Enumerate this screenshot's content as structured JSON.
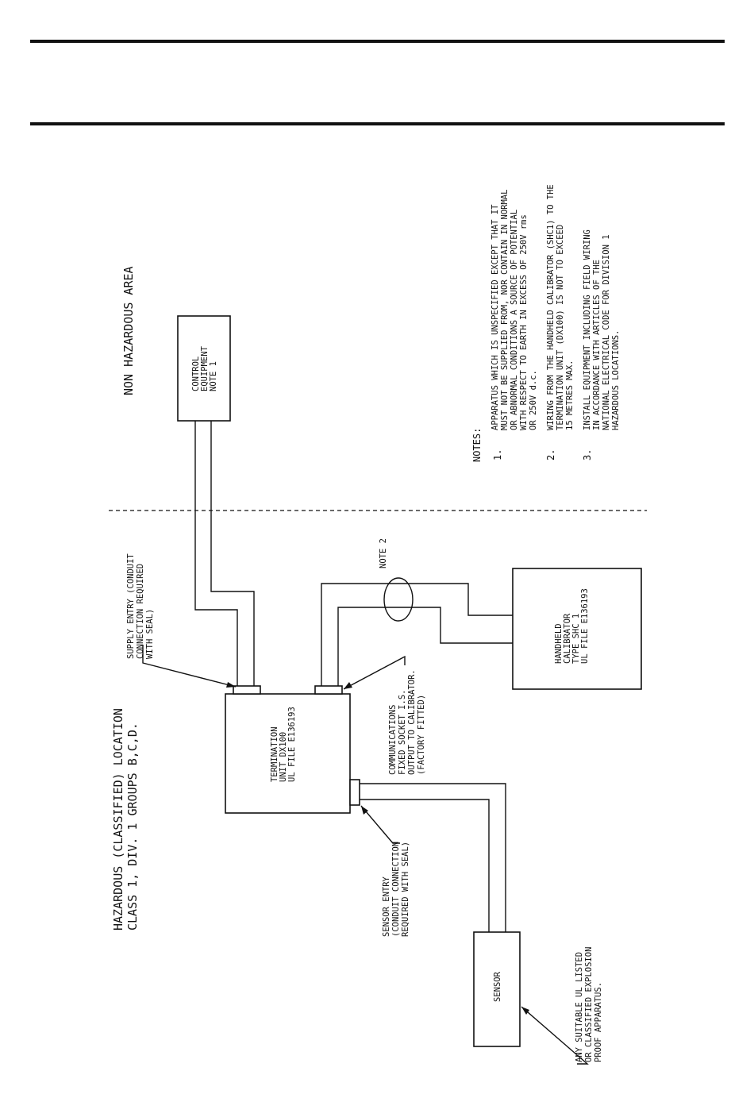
{
  "areas": {
    "non_hazardous": "NON HAZARDOUS AREA",
    "hazardous_line1": "HAZARDOUS (CLASSIFIED) LOCATION",
    "hazardous_line2": "CLASS 1, DIV. 1 GROUPS B,C,D."
  },
  "boxes": {
    "control": [
      "CONTROL",
      "EQUIPMENT",
      "NOTE 1"
    ],
    "termination": [
      "TERMINATION",
      "UNIT DX100",
      "UL FILE E136193"
    ],
    "calibrator": [
      "HANDHELD",
      "CALIBRATOR",
      "TYPE SHC 1",
      "UL FILE E136193"
    ],
    "sensor": [
      "SENSOR"
    ]
  },
  "callouts": {
    "supply_entry": [
      "SUPPLY ENTRY (CONDUIT",
      "CONNECTION REQUIRED",
      "WITH SEAL)"
    ],
    "communications": [
      "COMMUNICATIONS",
      "FIXED SOCKET I.S.",
      "OUTPUT TO CALIBRATOR.",
      "(FACTORY FITTED)"
    ],
    "sensor_entry": [
      "SENSOR ENTRY",
      "(CONDUIT CONNECTION",
      "REQUIRED WITH SEAL)"
    ],
    "suitable": [
      "ANY SUITABLE UL LISTED",
      "OR CLASSIFIED EXPLOSION",
      "PROOF APPARATUS."
    ],
    "note2": "NOTE 2"
  },
  "notes": {
    "heading": "NOTES:",
    "items": [
      {
        "num": "1.",
        "lines": [
          "APPARATUS WHICH IS UNSPECIFIED EXCEPT THAT IT",
          "MUST NOT BE SUPPLIED FROM, NOR CONTAIN IN NORMAL",
          "OR ABNORMAL CONDITIONS A SOURCE OF POTENTIAL",
          "WITH RESPECT TO EARTH IN EXCESS OF 250V rms",
          "OR 250V d.c."
        ]
      },
      {
        "num": "2.",
        "lines": [
          "WIRING FROM THE HANDHELD CALIBRATOR (SHC1) TO THE",
          "TERMINATION UNIT (DX100) IS NOT TO EXCEED",
          "15 METRES MAX."
        ]
      },
      {
        "num": "3.",
        "lines": [
          "INSTALL EQUIPMENT INCLUDING FIELD WIRING",
          "IN ACCORDANCE WITH ARTICLES OF THE",
          "NATIONAL ELECTRICAL CODE FOR DIVISION 1",
          "HAZARDOUS LOCATIONS."
        ]
      }
    ]
  }
}
